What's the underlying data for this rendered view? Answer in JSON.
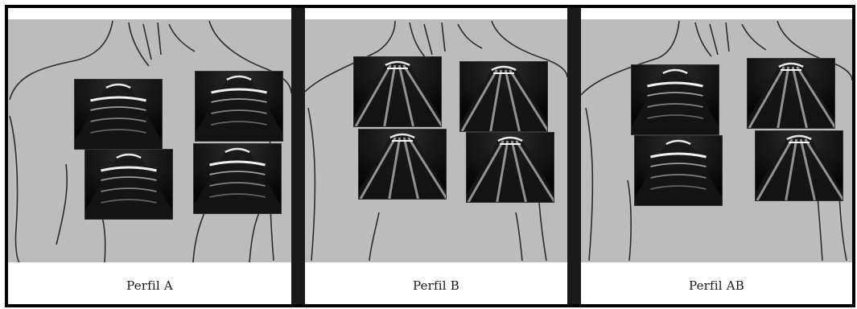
{
  "panels": [
    {
      "caption": "Perfil A",
      "images": [
        {
          "label": "upper-left",
          "pattern": "A-lines"
        },
        {
          "label": "upper-right",
          "pattern": "A-lines"
        },
        {
          "label": "lower-left",
          "pattern": "A-lines"
        },
        {
          "label": "lower-right",
          "pattern": "A-lines"
        }
      ]
    },
    {
      "caption": "Perfil B",
      "images": [
        {
          "label": "upper-left",
          "pattern": "B-lines"
        },
        {
          "label": "upper-right",
          "pattern": "B-lines"
        },
        {
          "label": "lower-left",
          "pattern": "B-lines"
        },
        {
          "label": "lower-right",
          "pattern": "B-lines"
        }
      ]
    },
    {
      "caption": "Perfil AB",
      "images": [
        {
          "label": "upper-left",
          "pattern": "A-lines"
        },
        {
          "label": "upper-right",
          "pattern": "B-lines"
        },
        {
          "label": "lower-left",
          "pattern": "A-lines"
        },
        {
          "label": "lower-right",
          "pattern": "B-lines"
        }
      ]
    }
  ],
  "colors": {
    "frame": "#000000",
    "divider": "#1a1a1a",
    "background": "#bcbcbc",
    "body_outline": "#2b2b2b",
    "ultrasound_bg": "#050505"
  }
}
